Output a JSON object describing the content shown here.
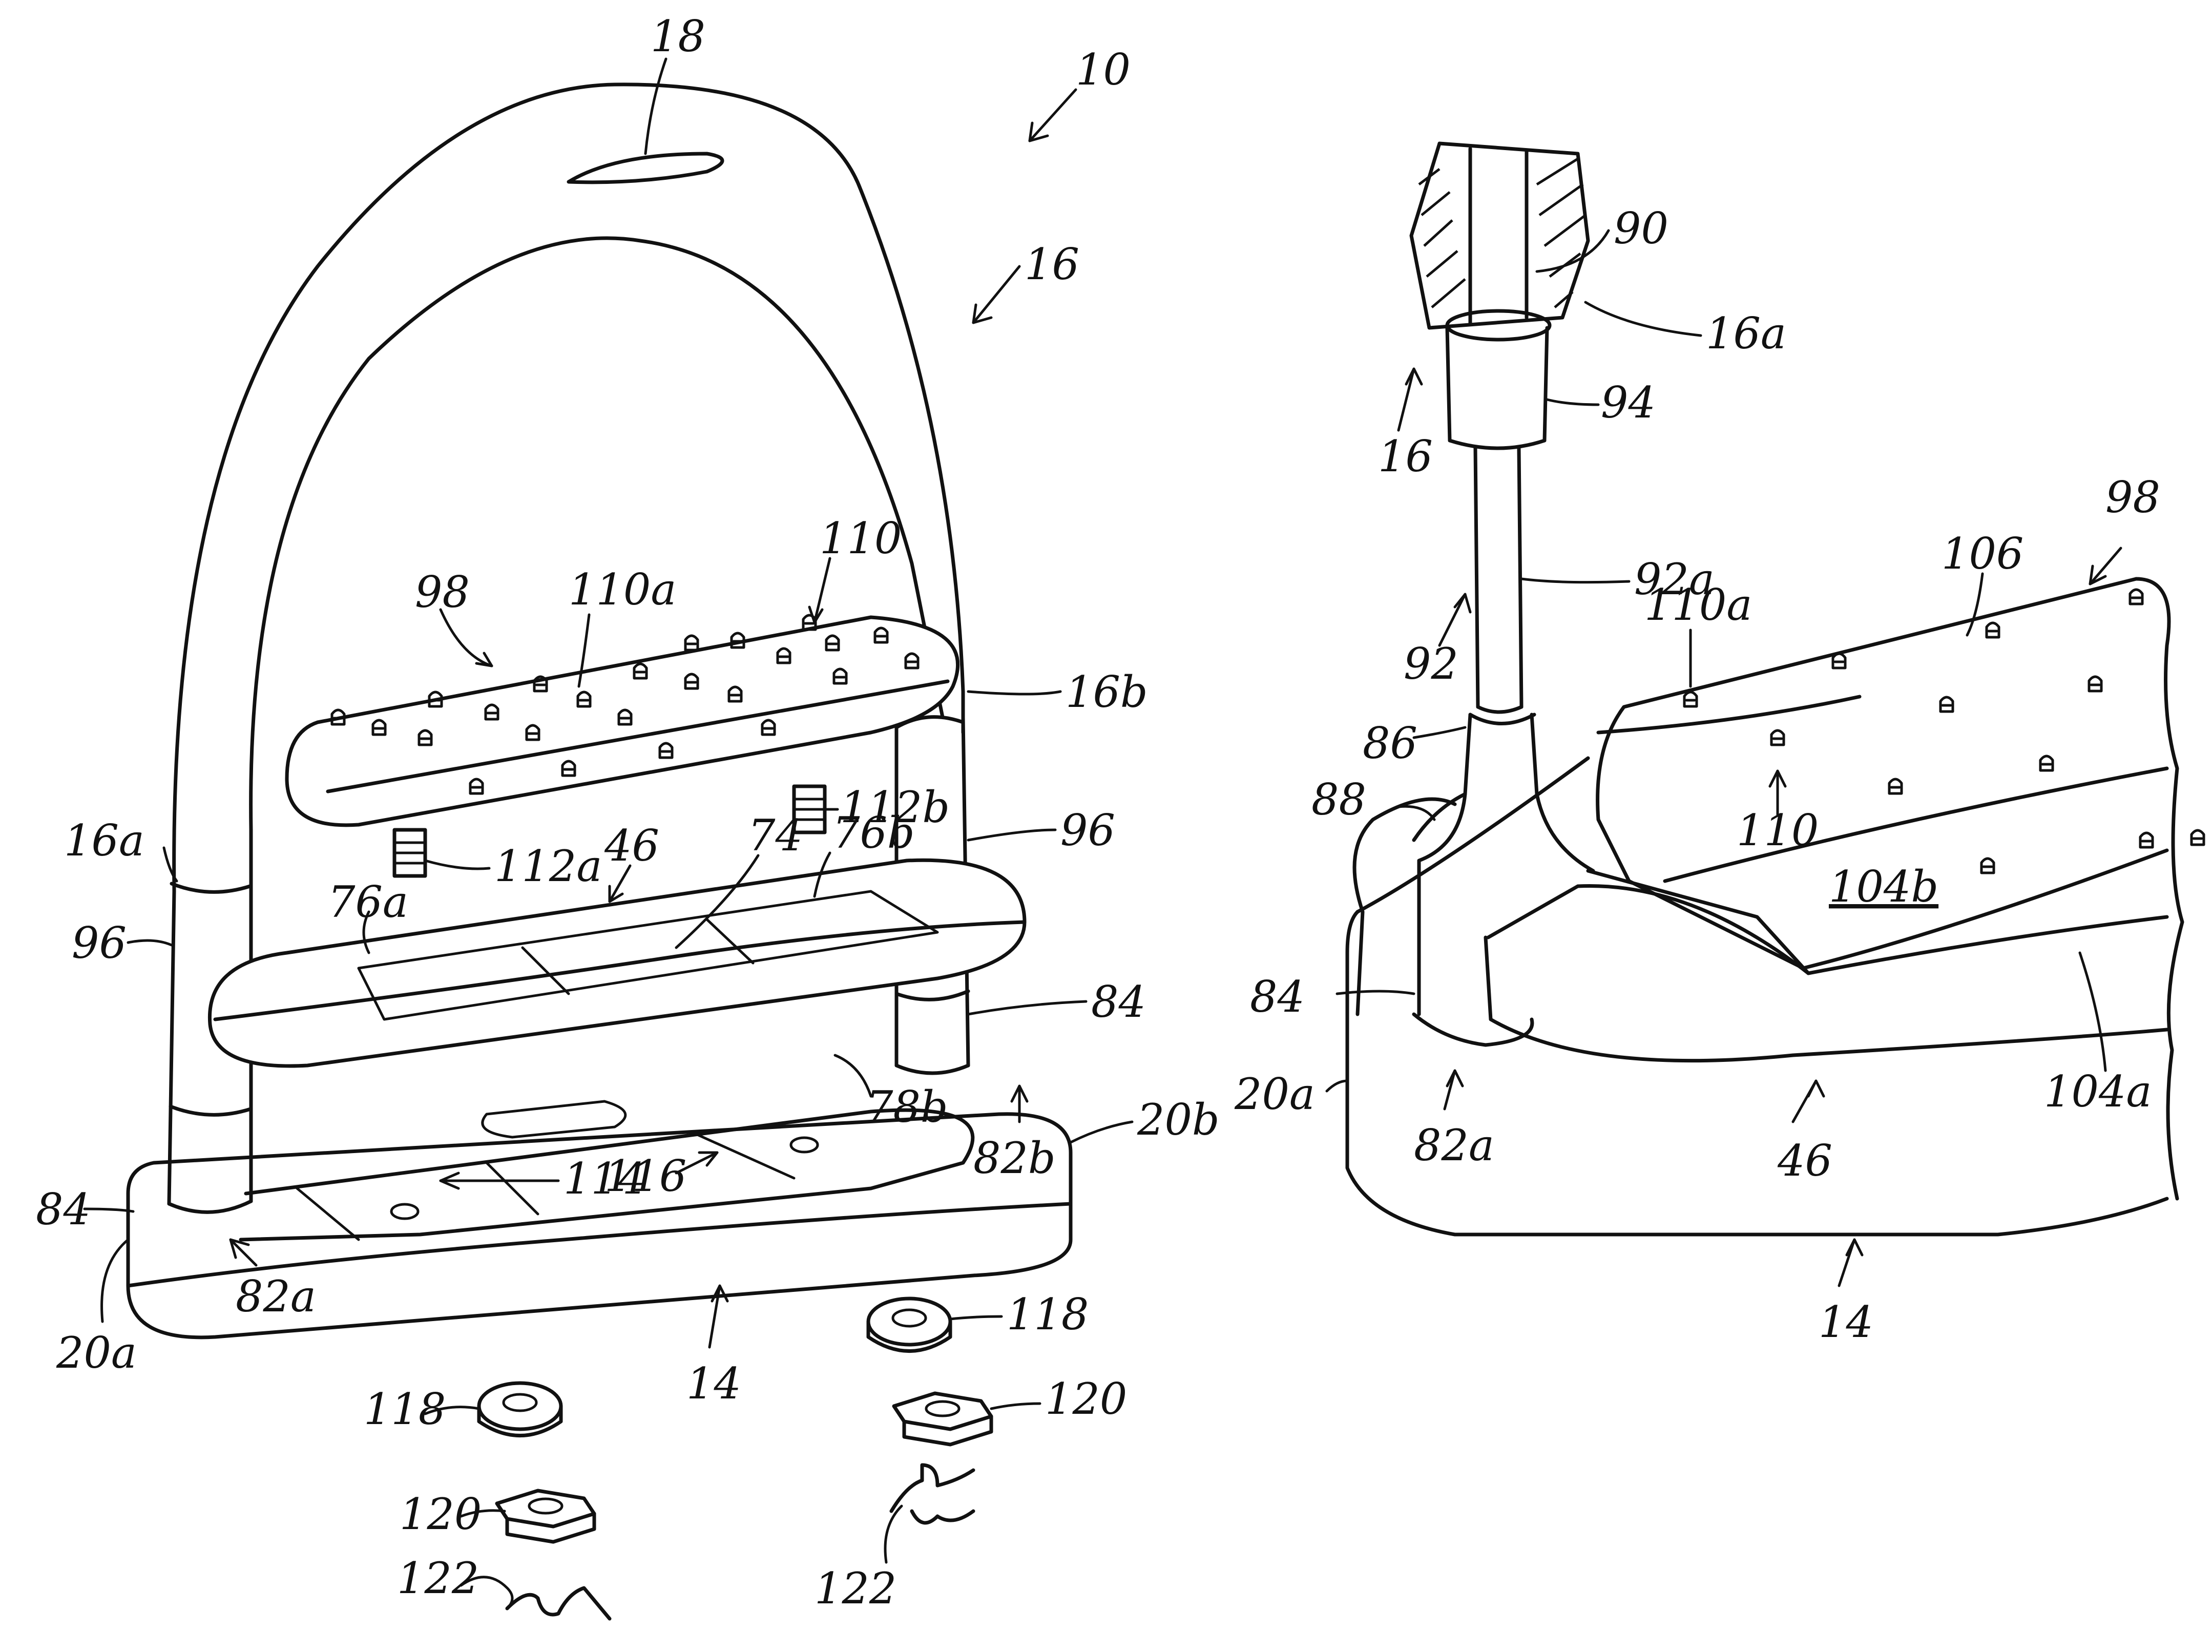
{
  "figure": {
    "left_view": {
      "labels": {
        "ref_10": "10",
        "ref_18": "18",
        "ref_16": "16",
        "ref_16b": "16b",
        "ref_16a": "16a",
        "ref_96_left": "96",
        "ref_96_right": "96",
        "ref_98": "98",
        "ref_110a": "110a",
        "ref_110": "110",
        "ref_112a": "112a",
        "ref_112b": "112b",
        "ref_46": "46",
        "ref_74": "74",
        "ref_76a": "76a",
        "ref_76b": "76b",
        "ref_84_right": "84",
        "ref_84_left": "84",
        "ref_78b": "78b",
        "ref_20b": "20b",
        "ref_82b": "82b",
        "ref_114": "114",
        "ref_116": "116",
        "ref_82a": "82a",
        "ref_20a": "20a",
        "ref_14": "14"
      }
    },
    "hardware": {
      "labels": {
        "ref_118_left": "118",
        "ref_120_left": "120",
        "ref_122_left": "122",
        "ref_118_right": "118",
        "ref_120_right": "120",
        "ref_122_right": "122"
      }
    },
    "right_view": {
      "labels": {
        "ref_90": "90",
        "ref_16a": "16a",
        "ref_94": "94",
        "ref_16": "16",
        "ref_92a": "92a",
        "ref_92": "92",
        "ref_98": "98",
        "ref_106": "106",
        "ref_110a": "110a",
        "ref_86": "86",
        "ref_88": "88",
        "ref_110": "110",
        "ref_104b": "104b",
        "ref_84": "84",
        "ref_20a": "20a",
        "ref_82a": "82a",
        "ref_46": "46",
        "ref_104a": "104a",
        "ref_14": "14"
      }
    }
  }
}
